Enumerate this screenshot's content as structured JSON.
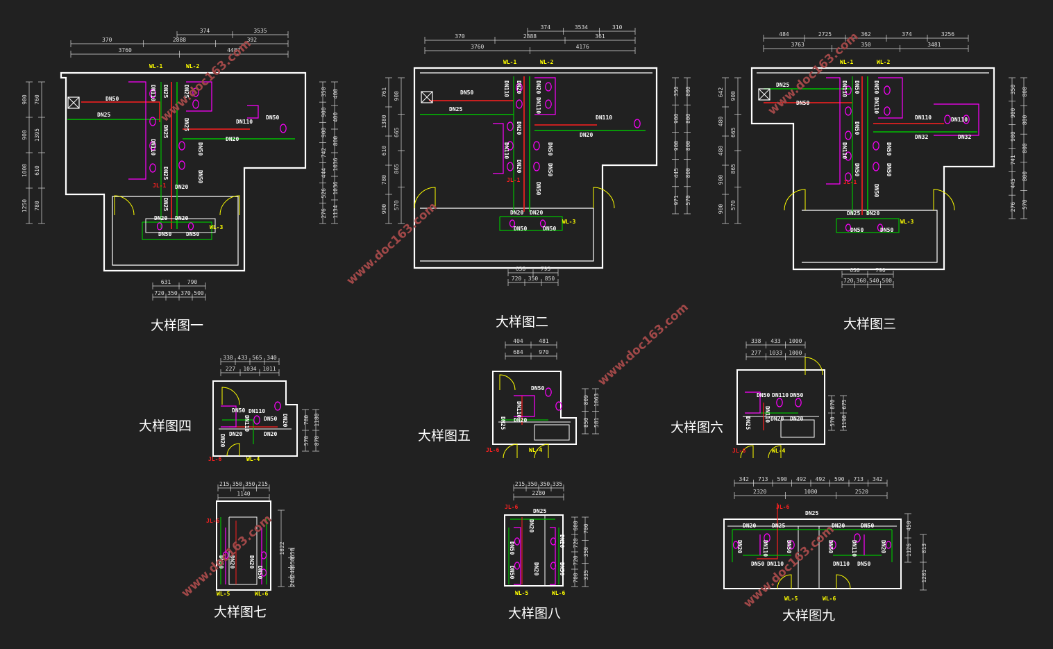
{
  "colors": {
    "background": "#212121",
    "wall": "#ffffff",
    "supply_pipe": "#ff2020",
    "drain_pipe": "#00c000",
    "fixture": "#ff00ff",
    "door": "#ffff00",
    "tag_riser": "#ffff00",
    "tag_supply": "#ff2020",
    "dimension": "#dcdcdc",
    "watermark": "#a04848"
  },
  "watermark": "www.doc163.com",
  "panels": [
    {
      "id": "d1",
      "title": "大样图一",
      "top_dims": [
        [
          "370",
          "2888",
          "392"
        ],
        [
          "3760",
          "4487"
        ],
        [
          "374",
          "3535"
        ]
      ],
      "bottom_dims": [
        "631",
        "790",
        "720",
        "350",
        "370",
        "500"
      ],
      "left_dims": [
        "760",
        "1395",
        "610",
        "780",
        "900",
        "900",
        "1000",
        "1250"
      ],
      "right_dims": [
        "350",
        "900",
        "900",
        "742",
        "444",
        "526",
        "276",
        "400",
        "400",
        "800",
        "1036",
        "1036",
        "1134"
      ],
      "pipe_tags": [
        "DN50",
        "DN25",
        "DN110",
        "DN20",
        "DN50",
        "DN20",
        "DN50",
        "DN110",
        "DN25",
        "DN20"
      ],
      "riser_tags": [
        "WL-1",
        "WL-2",
        "WL-3"
      ],
      "supply_tags": [
        "JL-1"
      ]
    },
    {
      "id": "d2",
      "title": "大样图二",
      "top_dims": [
        [
          "370",
          "2888",
          "361"
        ],
        [
          "3760",
          "4176"
        ],
        [
          "374",
          "3534",
          "310"
        ]
      ],
      "bottom_dims": [
        "638",
        "793",
        "720",
        "350",
        "850"
      ],
      "left_dims": [
        "761",
        "1380",
        "610",
        "780",
        "900",
        "900",
        "665",
        "865",
        "570"
      ],
      "right_dims": [
        "350",
        "900",
        "900",
        "445",
        "971",
        "800",
        "800",
        "800",
        "800",
        "570"
      ],
      "pipe_tags": [
        "DN50",
        "DN25",
        "DN110",
        "DN20",
        "DN50",
        "DN20",
        "DN50"
      ],
      "riser_tags": [
        "WL-1",
        "WL-2",
        "WL-3"
      ],
      "supply_tags": [
        "JL-1"
      ]
    },
    {
      "id": "d3",
      "title": "大样图三",
      "top_dims": [
        [
          "484",
          "2725",
          "362",
          "374",
          "3256"
        ],
        [
          "3763",
          "350",
          "3481"
        ]
      ],
      "bottom_dims": [
        "630",
        "790",
        "720",
        "360",
        "540",
        "500"
      ],
      "left_dims": [
        "642",
        "480",
        "480",
        "900",
        "900",
        "900",
        "665",
        "865",
        "570"
      ],
      "right_dims": [
        "350",
        "900",
        "900",
        "741",
        "445",
        "276",
        "800",
        "800",
        "800",
        "800",
        "570"
      ],
      "pipe_tags": [
        "DN25",
        "DN50",
        "DN110",
        "DN32",
        "DN32",
        "DN20",
        "DN50",
        "DN25",
        "DN50"
      ],
      "riser_tags": [
        "WL-1",
        "WL-2",
        "WL-3"
      ],
      "supply_tags": [
        "JL-1"
      ]
    },
    {
      "id": "d4",
      "title": "大样图四",
      "top_dims": [
        "338",
        "433",
        "565",
        "340",
        "227",
        "1034",
        "1011"
      ],
      "right_dims": [
        "780",
        "570",
        "1180",
        "870"
      ],
      "pipe_tags": [
        "DN50",
        "DN110",
        "DN50",
        "DN20",
        "DN20"
      ],
      "riser_tags": [
        "WL-4"
      ],
      "supply_tags": [
        "JL-6"
      ]
    },
    {
      "id": "d5",
      "title": "大样图五",
      "top_dims": [
        "404",
        "481",
        "684",
        "970"
      ],
      "right_dims": [
        "809",
        "850",
        "1063",
        "581"
      ],
      "pipe_tags": [
        "DN50",
        "DN110",
        "DN20",
        "DN25"
      ],
      "riser_tags": [
        "WL-4"
      ],
      "supply_tags": [
        "JL-6"
      ]
    },
    {
      "id": "d6",
      "title": "大样图六",
      "top_dims": [
        "338",
        "433",
        "1000",
        "277",
        "1033",
        "1000"
      ],
      "right_dims": [
        "870",
        "570",
        "675",
        "1190"
      ],
      "pipe_tags": [
        "DN50",
        "DN110",
        "DN50",
        "DN20",
        "DN20",
        "DN25"
      ],
      "riser_tags": [
        "WL-4"
      ],
      "supply_tags": [
        "JL-6"
      ]
    },
    {
      "id": "d7",
      "title": "大样图七",
      "top_dims": [
        "215",
        "350",
        "350",
        "215",
        "1140"
      ],
      "right_dims": [
        "1822",
        "658",
        "658",
        "240",
        "240"
      ],
      "pipe_tags": [
        "DN50",
        "DN20",
        "DN20",
        "DN50"
      ],
      "riser_tags": [
        "WL-5",
        "WL-6"
      ],
      "supply_tags": [
        "JL-6"
      ]
    },
    {
      "id": "d8",
      "title": "大样图八",
      "top_dims": [
        "215",
        "350",
        "350",
        "335",
        "2280"
      ],
      "right_dims": [
        "600",
        "720",
        "720",
        "700",
        "700",
        "350",
        "335"
      ],
      "pipe_tags": [
        "DN25",
        "DN50",
        "DN20",
        "DN50",
        "DN20",
        "DN20",
        "DN50"
      ],
      "riser_tags": [
        "WL-5",
        "WL-6"
      ],
      "supply_tags": [
        "JL-6"
      ]
    },
    {
      "id": "d9",
      "title": "大样图九",
      "top_dims": [
        "342",
        "713",
        "590",
        "492",
        "492",
        "590",
        "713",
        "342",
        "2320",
        "1080",
        "2520"
      ],
      "right_dims": [
        "450",
        "1126",
        "813",
        "1281"
      ],
      "pipe_tags": [
        "DN20",
        "DN25",
        "DN25",
        "DN20",
        "DN50",
        "DN50",
        "DN110",
        "DN110",
        "DN50",
        "DN50"
      ],
      "riser_tags": [
        "WL-5",
        "WL-6"
      ],
      "supply_tags": [
        "JL-6"
      ]
    }
  ]
}
